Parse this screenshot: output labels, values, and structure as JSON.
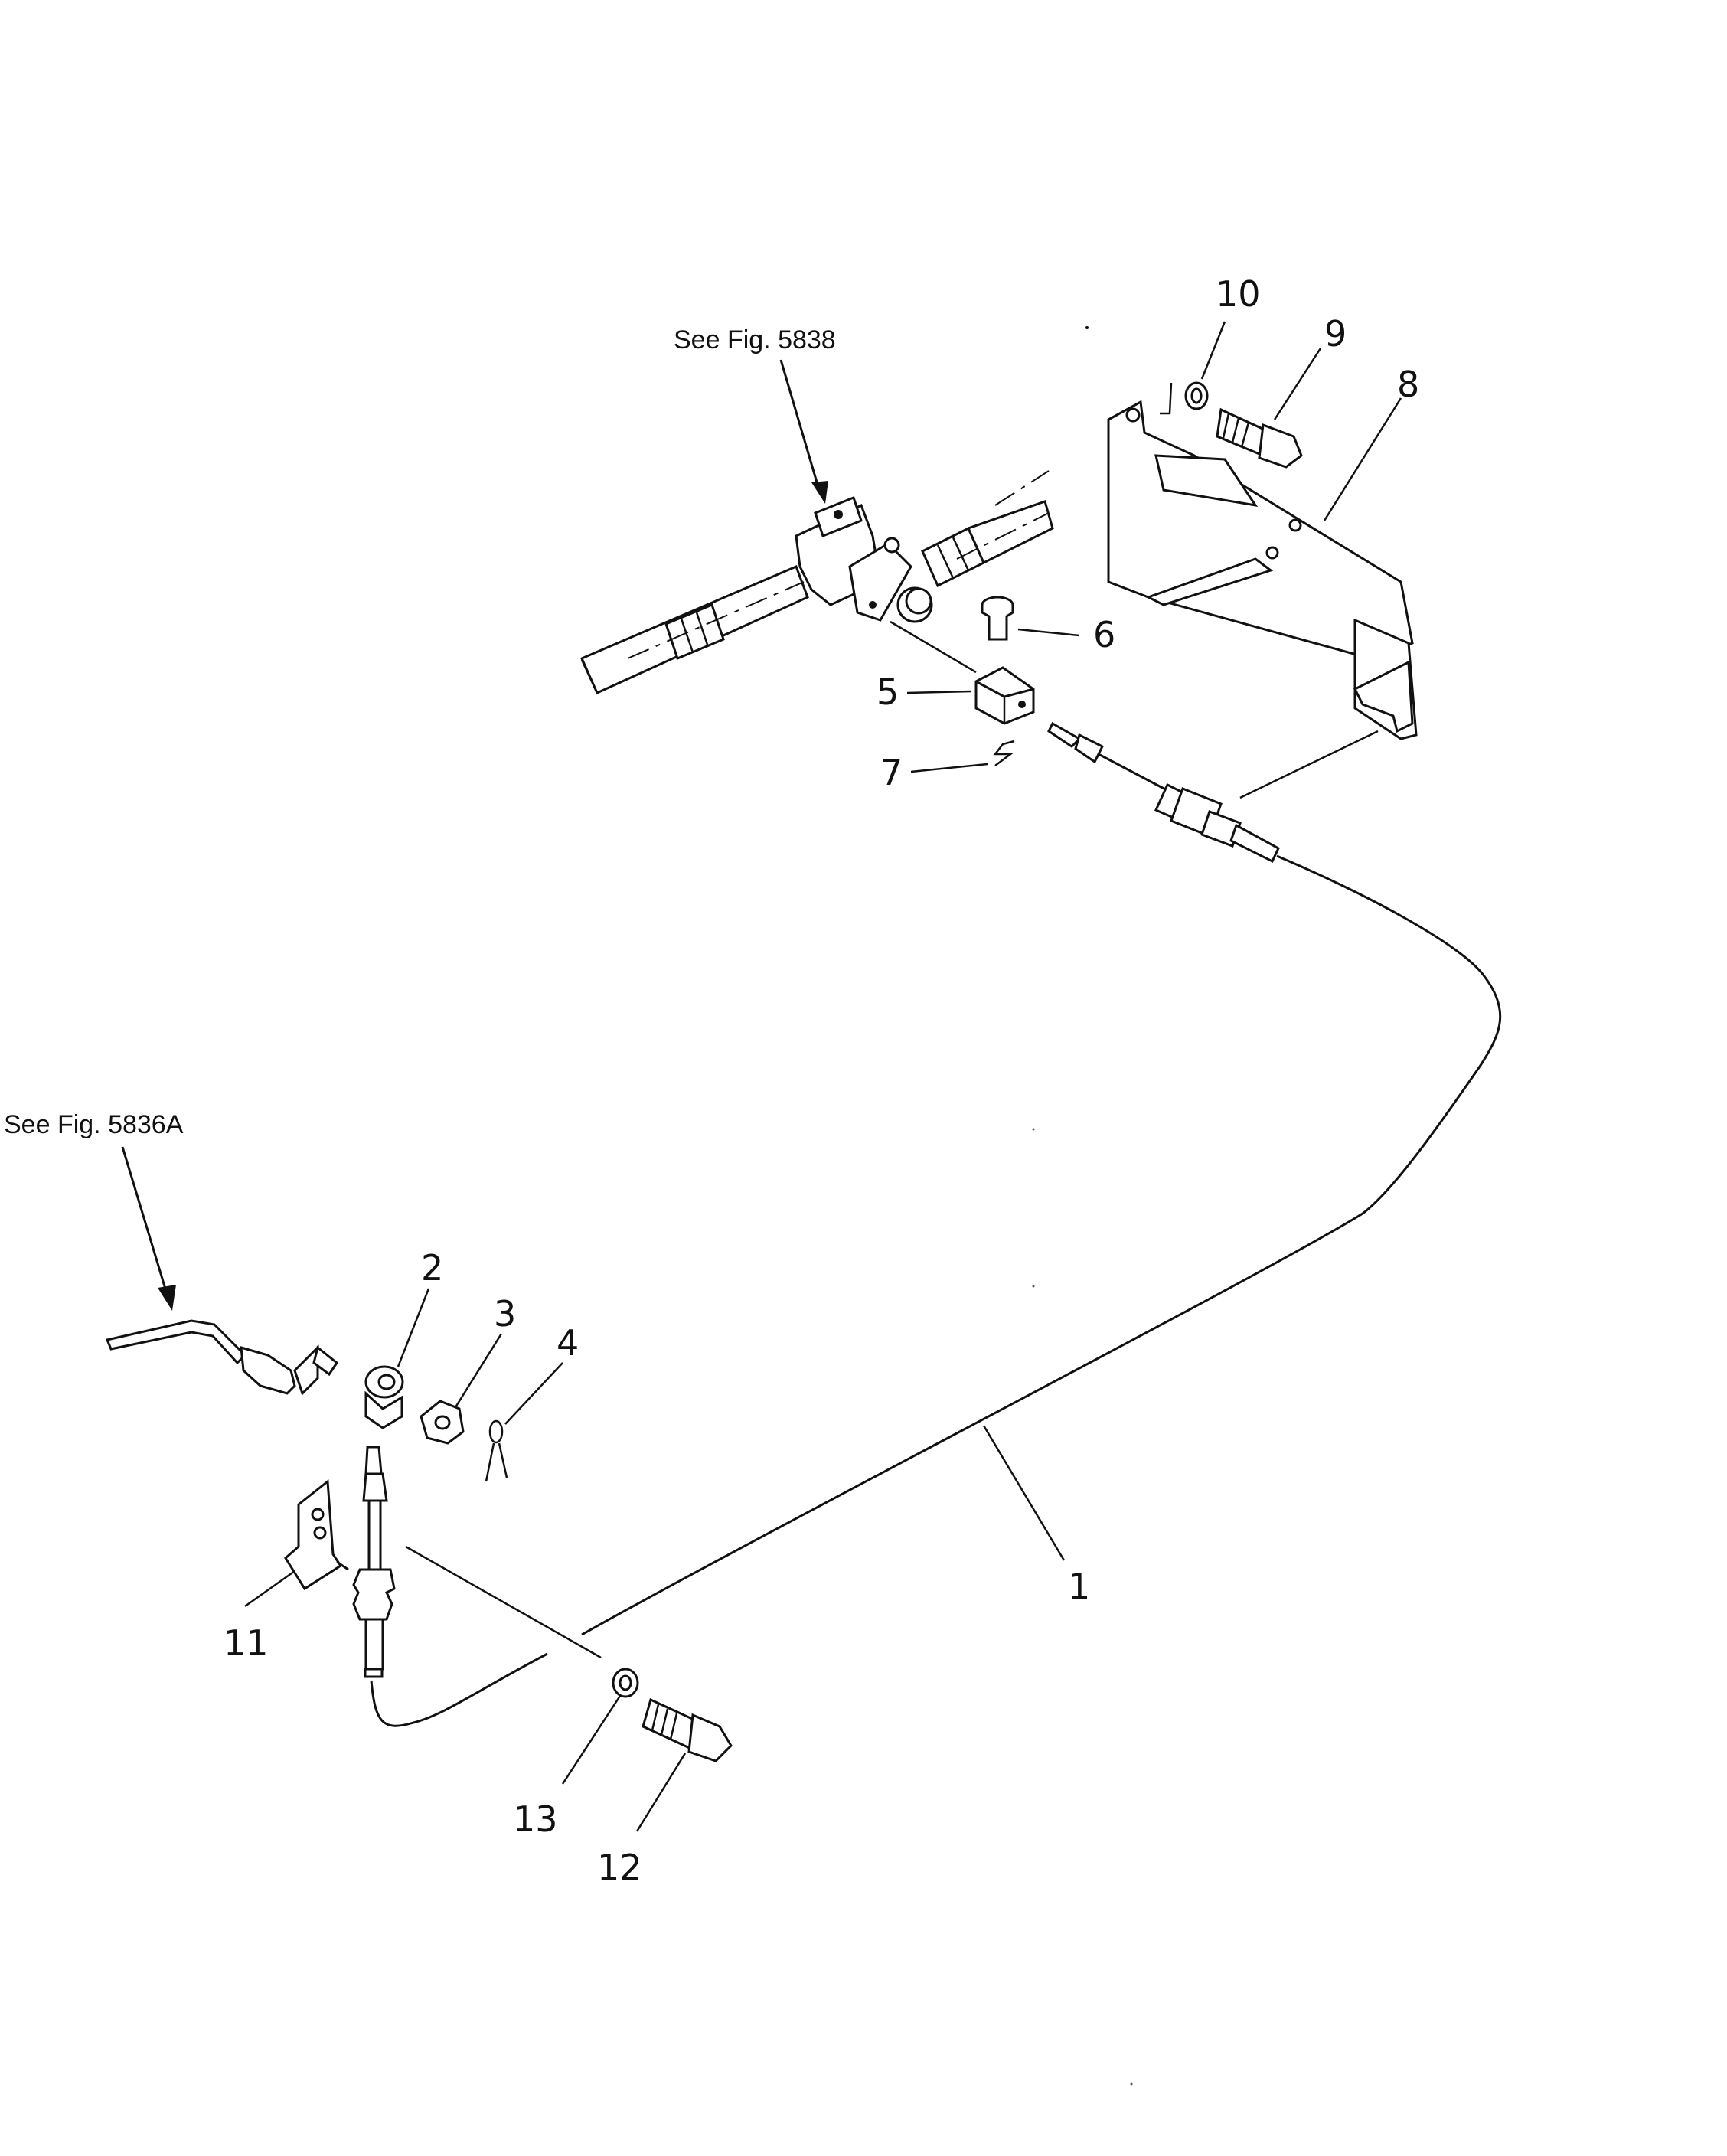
{
  "references": {
    "top": "See  Fig.  5838",
    "left": "See  Fig.  5836A"
  },
  "callouts": {
    "c1": "1",
    "c2": "2",
    "c3": "3",
    "c4": "4",
    "c5": "5",
    "c6": "6",
    "c7": "7",
    "c8": "8",
    "c9": "9",
    "c10": "10",
    "c11": "11",
    "c12": "12",
    "c13": "13"
  }
}
